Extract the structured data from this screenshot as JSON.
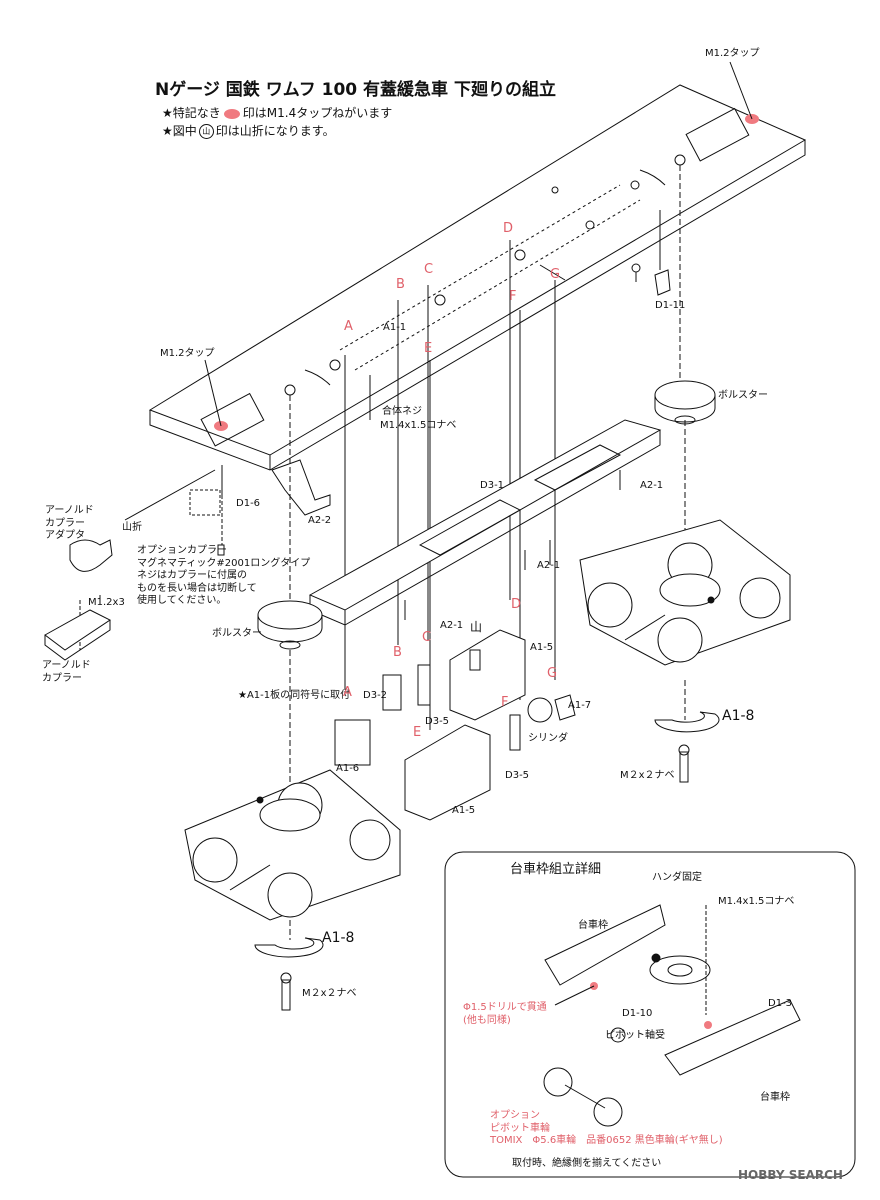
{
  "title": "Nゲージ 国鉄 ワムフ 100 有蓋緩急車 下廻りの組立",
  "notes": {
    "note1_pre": "★特記なき",
    "note1_post": "印はM1.4タップねがいます",
    "note2_pre": "★図中",
    "note2_post": "印は山折になります。"
  },
  "symbol": "山",
  "labels": {
    "m12_tap_top": "M1.2タップ",
    "m12_tap_left": "M1.2タップ",
    "d1_11": "D1-11",
    "a1_1": "A1-1",
    "bolster_right": "ボルスター",
    "bolster_left": "ボルスター",
    "combined_screw": "合体ネジ",
    "combined_screw_spec": "M1.4x1.5コナベ",
    "d1_6": "D1-6",
    "a2_2": "A2-2",
    "d3_1": "D3-1",
    "a2_1_right": "A2-1",
    "a2_1_mid": "A2-1",
    "a2_1_low": "A2-1",
    "arnold_adapter": "アーノルド\nカプラー\nアダプタ",
    "yamaori": "山折",
    "m12x3": "M1.2x3",
    "arnold_coupler": "アーノルド\nカプラー",
    "option_coupler": "オプションカプラー\nマグネマティック#2001ロングタイプ\nネジはカプラーに付属の\nものを長い場合は切断して\n使用してください。",
    "attach_note": "★A1-1板の同符号に取付",
    "a1_5_top": "A1-5",
    "a1_5_bottom": "A1-5",
    "a1_6": "A1-6",
    "d3_2": "D3-2",
    "d3_5_a": "D3-5",
    "d3_5_b": "D3-5",
    "a1_7": "A1-7",
    "cylinder": "シリンダ",
    "a1_8_right": "A1-8",
    "a1_8_left": "A1-8",
    "m2x2_right": "M２x２ナベ",
    "m2x2_left": "M２x２ナベ"
  },
  "letters": [
    "A",
    "B",
    "C",
    "D",
    "E",
    "F",
    "G"
  ],
  "detail": {
    "title": "台車枠組立詳細",
    "solder": "ハンダ固定",
    "screw": "M1.4x1.5コナベ",
    "frame_top": "台車枠",
    "frame_bottom": "台車枠",
    "drill": "Φ1.5ドリルで貫通\n(他も同様)",
    "d1_10": "D1-10",
    "d1_3": "D1-3",
    "pivot_bearing": "ピボット軸受",
    "option_wheels": "オプション\nピボット車輪\nTOMIX　Φ5.6車輪　品番0652 黒色車輪(ギヤ無し)",
    "install_note": "取付時、絶縁側を揃えてください"
  },
  "watermark": "HOBBY SEARCH",
  "colors": {
    "accent": "#e0606a",
    "line": "#111111",
    "tap_mark": "#f07a80"
  }
}
